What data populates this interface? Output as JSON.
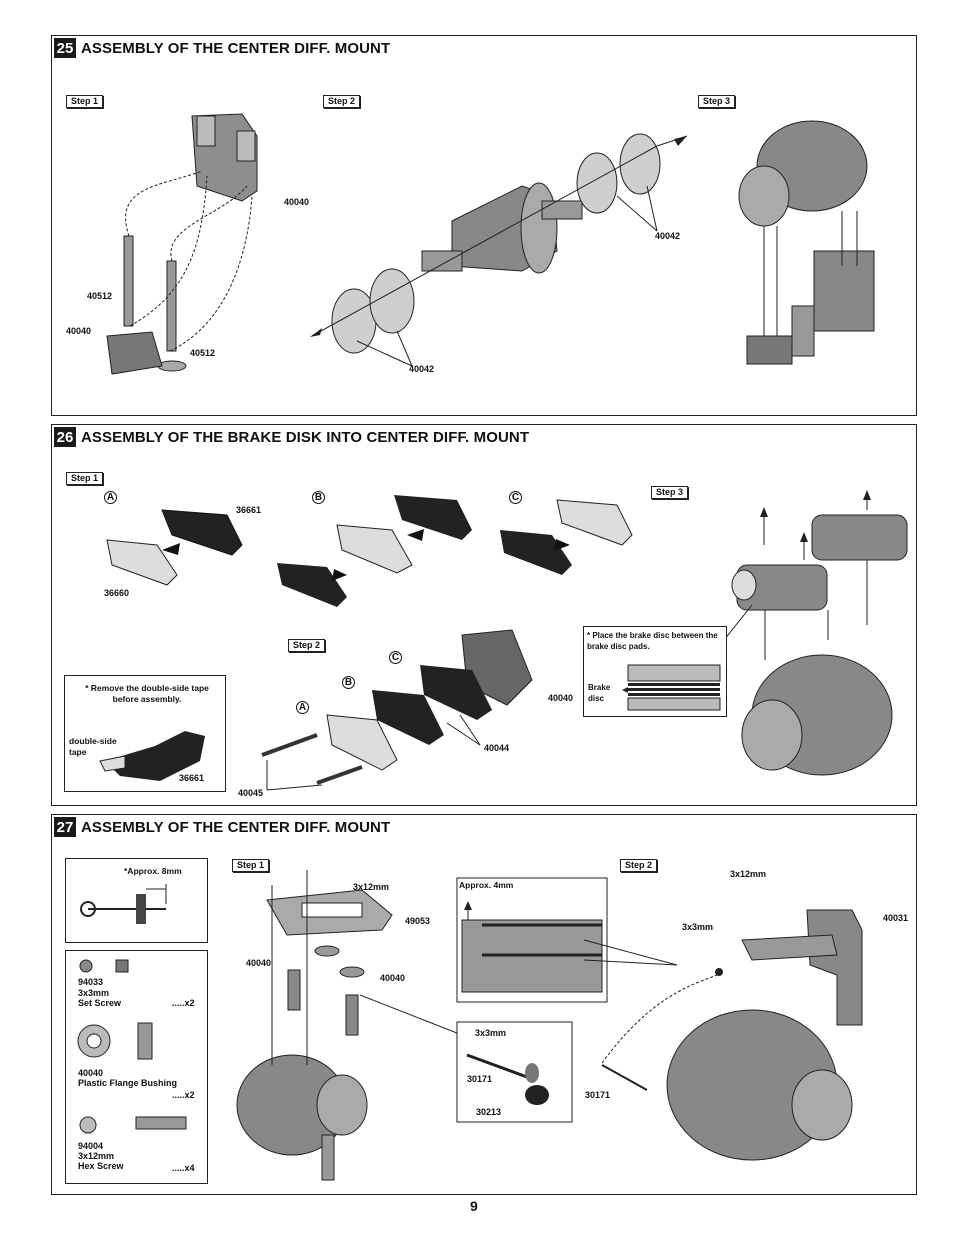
{
  "page_number": "9",
  "sections": [
    {
      "num": "25",
      "title": "ASSEMBLY OF THE CENTER DIFF. MOUNT",
      "steps": [
        "Step 1",
        "Step 2",
        "Step 3"
      ],
      "parts": {
        "p40040a": "40040",
        "p40512a": "40512",
        "p40040b": "40040",
        "p40512b": "40512",
        "p40042a": "40042",
        "p40042b": "40042"
      }
    },
    {
      "num": "26",
      "title": "ASSEMBLY OF THE BRAKE DISK INTO CENTER DIFF. MOUNT",
      "steps": [
        "Step 1",
        "Step 2",
        "Step 3"
      ],
      "markers": [
        "A",
        "B",
        "C"
      ],
      "parts": {
        "p36661": "36661",
        "p36660": "36660",
        "p40040": "40040",
        "p40044": "40044",
        "p40045": "40045",
        "p36661b": "36661"
      },
      "note_tape": "* Remove the double-side tape before assembly.",
      "tape_label": "double-side tape",
      "note_brake": "* Place the brake disc between the brake disc pads.",
      "brake_label": "Brake disc"
    },
    {
      "num": "27",
      "title": "ASSEMBLY OF THE CENTER DIFF. MOUNT",
      "steps": [
        "Step 1",
        "Step 2"
      ],
      "approx8": "*Approx.  8mm",
      "approx4": "Approx.  4mm",
      "parts_list": [
        {
          "code": "94033",
          "desc1": "3x3mm",
          "desc2": "Set Screw",
          "qty": ".....x2"
        },
        {
          "code": "40040",
          "desc1": "Plastic Flange Bushing",
          "desc2": "",
          "qty": ".....x2"
        },
        {
          "code": "94004",
          "desc1": "3x12mm",
          "desc2": "Hex Screw",
          "qty": ".....x4"
        }
      ],
      "parts": {
        "s3x12a": "3x12mm",
        "p49053": "49053",
        "p40040a": "40040",
        "p40040b": "40040",
        "s3x3a": "3x3mm",
        "p30171a": "30171",
        "p30213": "30213",
        "s3x12b": "3x12mm",
        "s3x3b": "3x3mm",
        "p40031": "40031",
        "p30171b": "30171"
      }
    }
  ]
}
